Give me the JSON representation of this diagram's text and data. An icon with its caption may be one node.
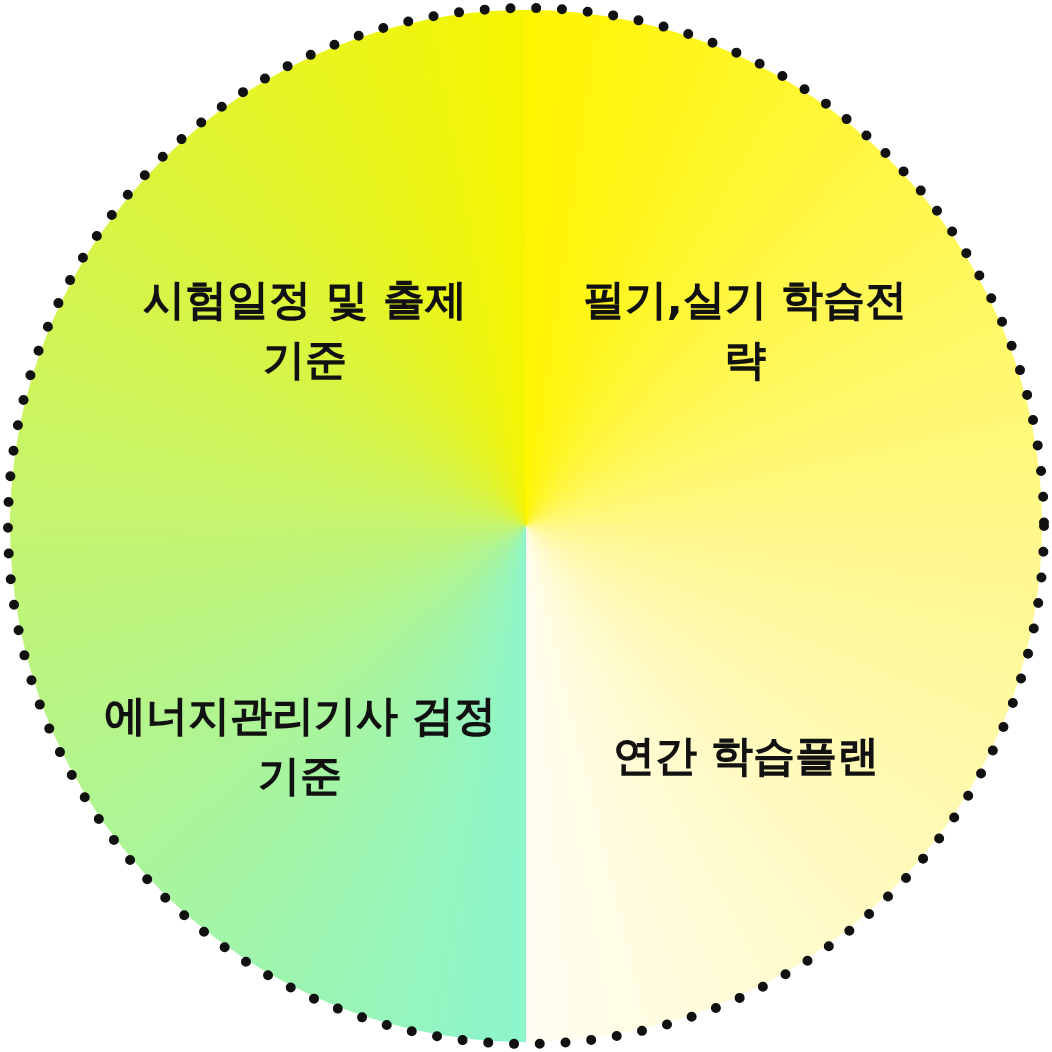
{
  "diagram": {
    "nodes": [
      {
        "text": [],
        "shape": "circle"
      },
      {
        "text": [
          "시험일정 및 출제기준"
        ],
        "in": 0
      },
      {
        "text": [
          "필기,실기 학습전략"
        ],
        "in": 0
      },
      {
        "text": [
          "에너지관리기사 검정기준"
        ],
        "in": 0
      },
      {
        "text": [
          "연간 학습플랜"
        ],
        "in": 0
      }
    ]
  }
}
